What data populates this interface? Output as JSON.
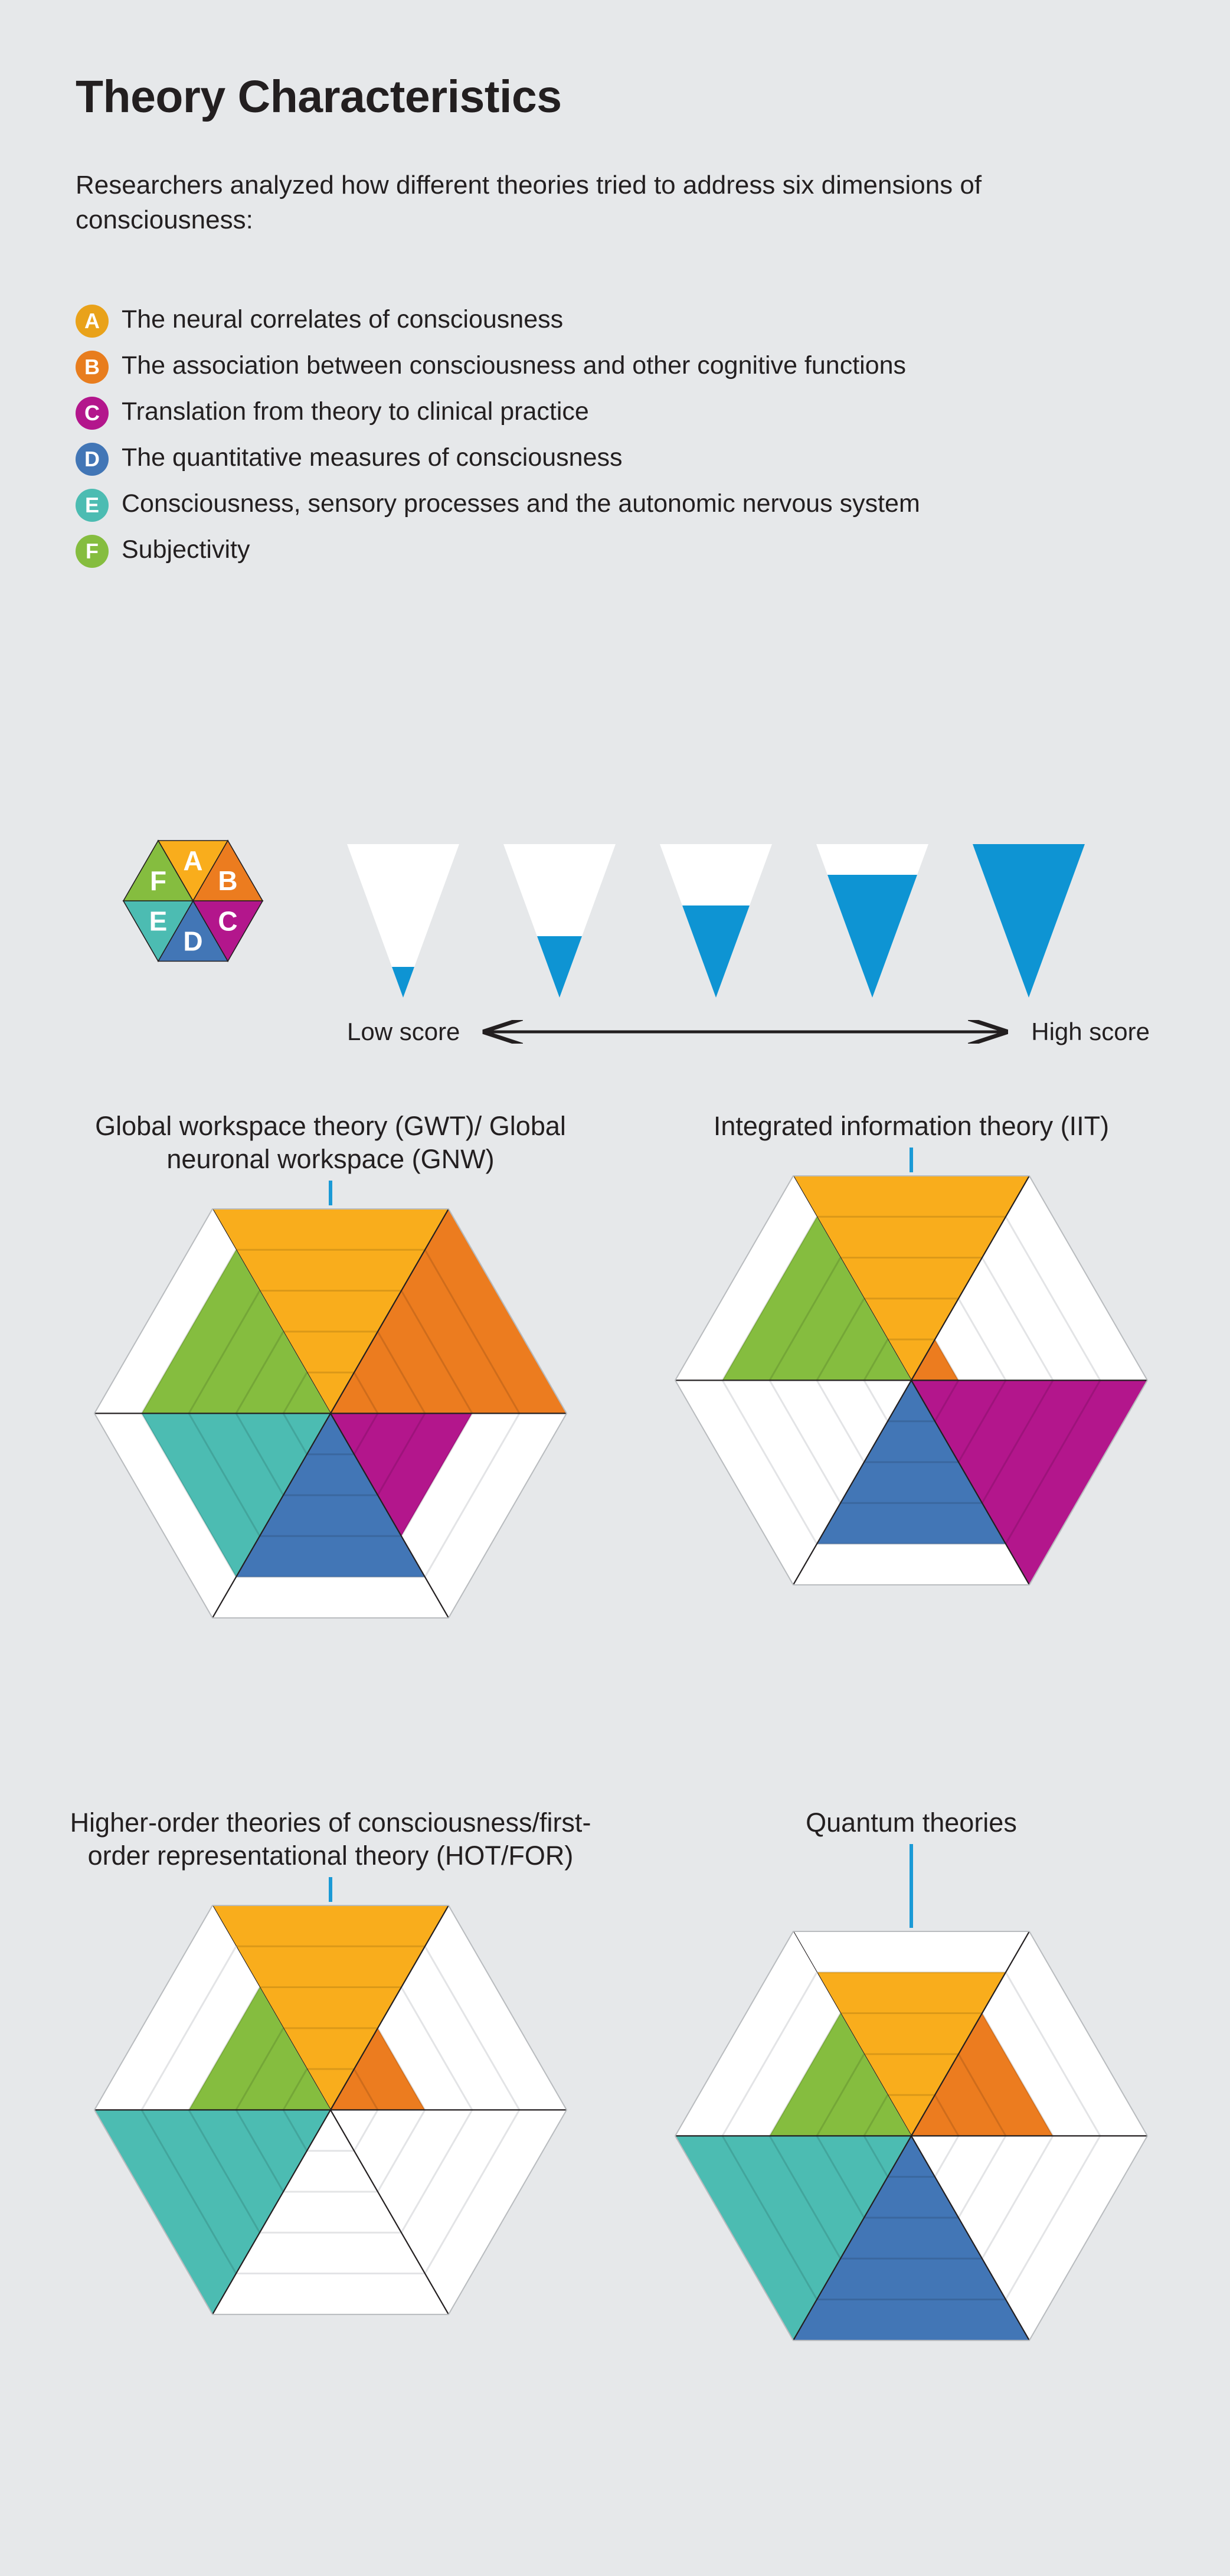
{
  "header": {
    "title": "Theory Characteristics",
    "intro": "Researchers analyzed how different theories tried to address six dimensions of consciousness:"
  },
  "legend": {
    "items": [
      {
        "letter": "A",
        "label": "The neural correlates of consciousness",
        "color": "#e9a21a"
      },
      {
        "letter": "B",
        "label": "The association between consciousness and other cognitive functions",
        "color": "#e87d1e"
      },
      {
        "letter": "C",
        "label": "Translation from theory to clinical practice",
        "color": "#b3168c"
      },
      {
        "letter": "D",
        "label": "The quantitative measures of consciousness",
        "color": "#4276b6"
      },
      {
        "letter": "E",
        "label": "Consciousness, sensory processes and the autonomic nervous system",
        "color": "#4cbcb2"
      },
      {
        "letter": "F",
        "label": "Subjectivity",
        "color": "#85bd3f"
      }
    ]
  },
  "key": {
    "hex_labels": [
      "A",
      "B",
      "C",
      "D",
      "E",
      "F"
    ],
    "scale_low_label": "Low score",
    "scale_high_label": "High score",
    "scale_levels": [
      1,
      2,
      3,
      4,
      5
    ],
    "scale_fill_color": "#0e94d3",
    "scale_empty_color": "#ffffff"
  },
  "chart_data": [
    {
      "type": "radar",
      "title": "Global workspace theory (GWT)/ Global neuronal workspace (GNW)",
      "categories": [
        "A",
        "B",
        "C",
        "D",
        "E",
        "F"
      ],
      "values": [
        5,
        5,
        3,
        4,
        4,
        4
      ],
      "ylim": [
        0,
        5
      ],
      "grid": true
    },
    {
      "type": "radar",
      "title": "Integrated information theory (IIT)",
      "categories": [
        "A",
        "B",
        "C",
        "D",
        "E",
        "F"
      ],
      "values": [
        5,
        1,
        5,
        4,
        0,
        4
      ],
      "ylim": [
        0,
        5
      ],
      "grid": true
    },
    {
      "type": "radar",
      "title": "Higher-order theories of consciousness/first-order representational theory (HOT/FOR)",
      "categories": [
        "A",
        "B",
        "C",
        "D",
        "E",
        "F"
      ],
      "values": [
        5,
        2,
        0,
        0,
        5,
        3
      ],
      "ylim": [
        0,
        5
      ],
      "grid": true
    },
    {
      "type": "radar",
      "title": "Quantum theories",
      "categories": [
        "A",
        "B",
        "C",
        "D",
        "E",
        "F"
      ],
      "values": [
        4,
        3,
        0,
        5,
        5,
        3
      ],
      "ylim": [
        0,
        5
      ],
      "grid": true
    }
  ],
  "colors": {
    "background": "#e6e8ea",
    "text": "#231f20",
    "stem": "#1b9ad6",
    "segment_colors": [
      "#f9ad1c",
      "#ec7c1f",
      "#b3168c",
      "#4276b6",
      "#4cbcb2",
      "#85bd3f"
    ],
    "empty_segment": "#ffffff",
    "outline": "#231f20"
  }
}
